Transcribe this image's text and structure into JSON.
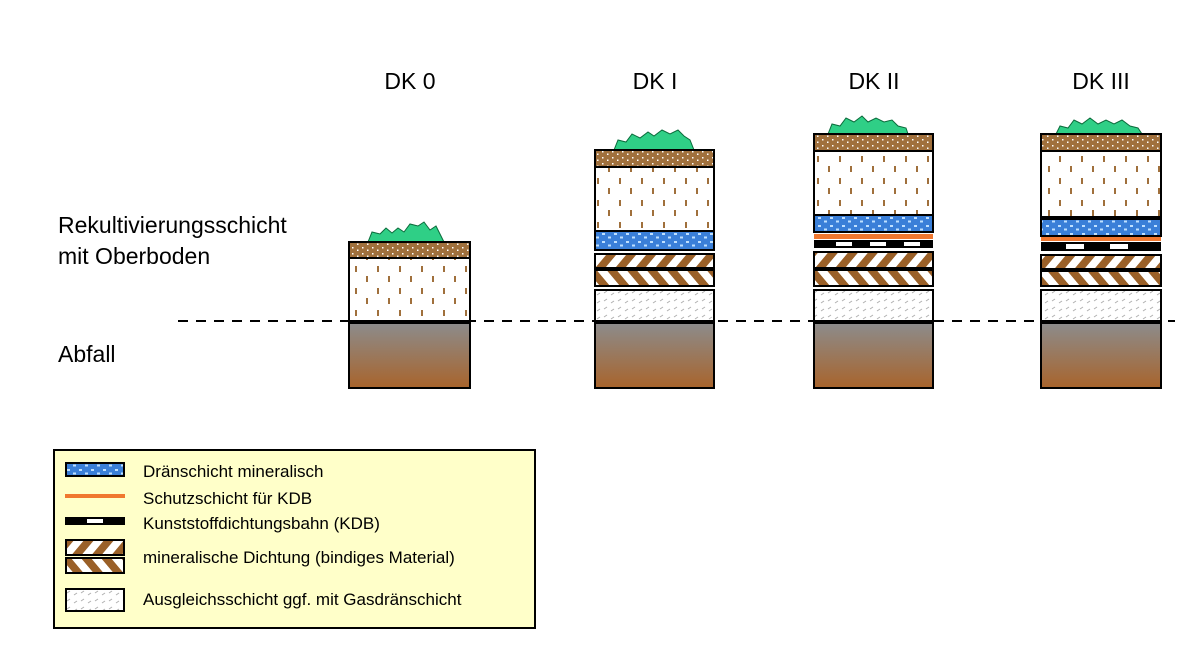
{
  "columns": [
    {
      "title": "DK 0"
    },
    {
      "title": "DK I"
    },
    {
      "title": "DK II"
    },
    {
      "title": "DK III"
    }
  ],
  "labels": {
    "recultivation_line1": "Rekultivierungsschicht",
    "recultivation_line2": "mit Oberboden",
    "waste": "Abfall"
  },
  "legend": [
    {
      "symbol": "drain-layer",
      "text": "Dränschicht mineralisch"
    },
    {
      "symbol": "protection-layer",
      "text": "Schutzschicht für KDB"
    },
    {
      "symbol": "geomembrane",
      "text": "Kunststoffdichtungsbahn (KDB)"
    },
    {
      "symbol": "mineral-seal",
      "text": "mineralische Dichtung (bindiges Material)"
    },
    {
      "symbol": "leveling-layer",
      "text": "Ausgleichsschicht ggf. mit Gasdränschicht"
    }
  ],
  "colors": {
    "topsoil": "#a0703c",
    "drain": "#3a7fd8",
    "protection": "#f07830",
    "seal_stripe": "#9a6028",
    "grass": "#2fcf86",
    "legend_bg": "#ffffc9"
  }
}
